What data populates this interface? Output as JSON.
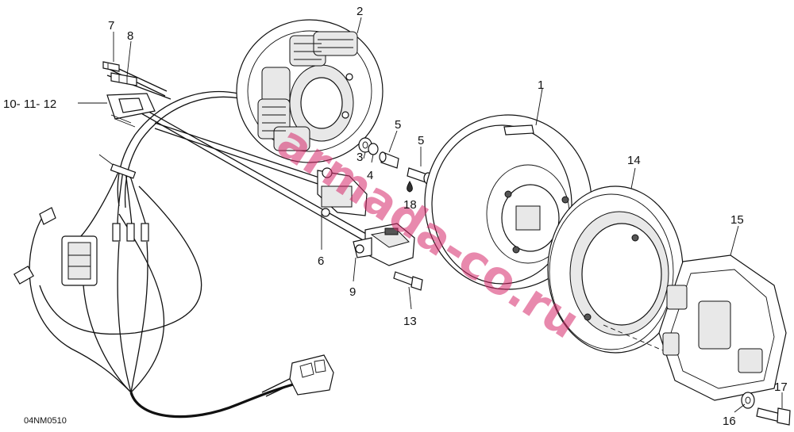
{
  "diagram": {
    "drawing_code": "04NM0510",
    "watermark": "armada-co.ru",
    "callouts": {
      "c1": "1",
      "c2": "2",
      "c3": "3",
      "c4": "4",
      "c5a": "5",
      "c5b": "5",
      "c6": "6",
      "c7": "7",
      "c8": "8",
      "c9": "9",
      "c10_12": "10- 11- 12",
      "c13": "13",
      "c14": "14",
      "c15": "15",
      "c16": "16",
      "c17": "17",
      "c18": "18"
    }
  }
}
